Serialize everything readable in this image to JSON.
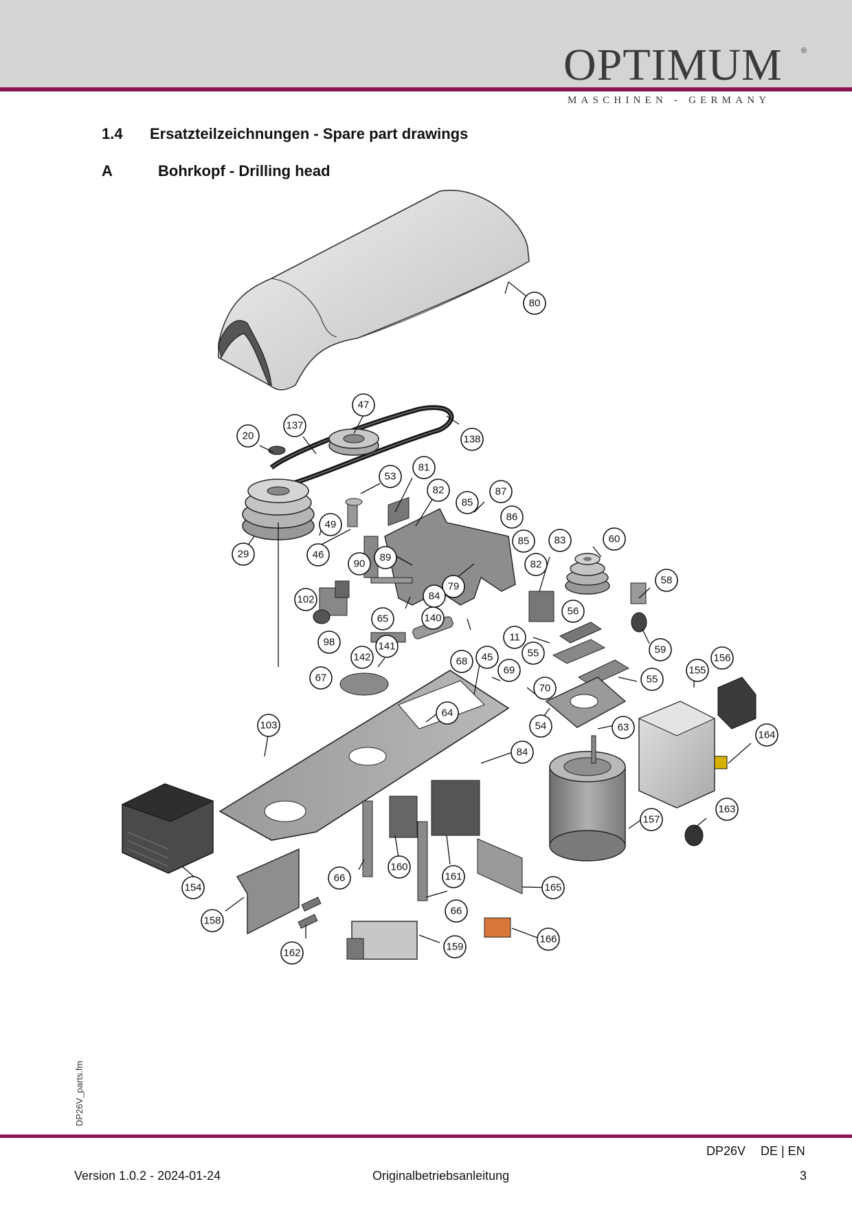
{
  "header": {
    "logo_text": "OPTIMUM",
    "logo_registered": "®",
    "logo_subtitle": "MASCHINEN - GERMANY",
    "band_color": "#d4d4d4",
    "accent_color": "#8a1552"
  },
  "section": {
    "number": "1.4",
    "title": "Ersatzteilzeichnungen - Spare part drawings"
  },
  "subsection": {
    "letter": "A",
    "title": "Bohrkopf - Drilling head"
  },
  "drawing": {
    "callouts": [
      {
        "id": "80"
      },
      {
        "id": "47"
      },
      {
        "id": "137"
      },
      {
        "id": "20"
      },
      {
        "id": "138"
      },
      {
        "id": "81"
      },
      {
        "id": "53"
      },
      {
        "id": "82"
      },
      {
        "id": "87"
      },
      {
        "id": "85"
      },
      {
        "id": "86"
      },
      {
        "id": "49"
      },
      {
        "id": "29"
      },
      {
        "id": "46"
      },
      {
        "id": "85"
      },
      {
        "id": "83"
      },
      {
        "id": "60"
      },
      {
        "id": "89"
      },
      {
        "id": "90"
      },
      {
        "id": "82"
      },
      {
        "id": "58"
      },
      {
        "id": "102"
      },
      {
        "id": "79"
      },
      {
        "id": "84"
      },
      {
        "id": "65"
      },
      {
        "id": "140"
      },
      {
        "id": "56"
      },
      {
        "id": "98"
      },
      {
        "id": "11"
      },
      {
        "id": "141"
      },
      {
        "id": "59"
      },
      {
        "id": "142"
      },
      {
        "id": "55"
      },
      {
        "id": "45"
      },
      {
        "id": "156"
      },
      {
        "id": "68"
      },
      {
        "id": "69"
      },
      {
        "id": "67"
      },
      {
        "id": "155"
      },
      {
        "id": "55"
      },
      {
        "id": "70"
      },
      {
        "id": "64"
      },
      {
        "id": "103"
      },
      {
        "id": "54"
      },
      {
        "id": "63"
      },
      {
        "id": "164"
      },
      {
        "id": "84"
      },
      {
        "id": "163"
      },
      {
        "id": "157"
      },
      {
        "id": "66"
      },
      {
        "id": "160"
      },
      {
        "id": "161"
      },
      {
        "id": "154"
      },
      {
        "id": "165"
      },
      {
        "id": "66"
      },
      {
        "id": "158"
      },
      {
        "id": "166"
      },
      {
        "id": "159"
      },
      {
        "id": "162"
      }
    ]
  },
  "side_label": "DP26V_parts.fm",
  "footer": {
    "model": "DP26V",
    "languages": "DE | EN",
    "version": "Version 1.0.2 - 2024-01-24",
    "doc_type": "Originalbetriebsanleitung",
    "page": "3"
  }
}
